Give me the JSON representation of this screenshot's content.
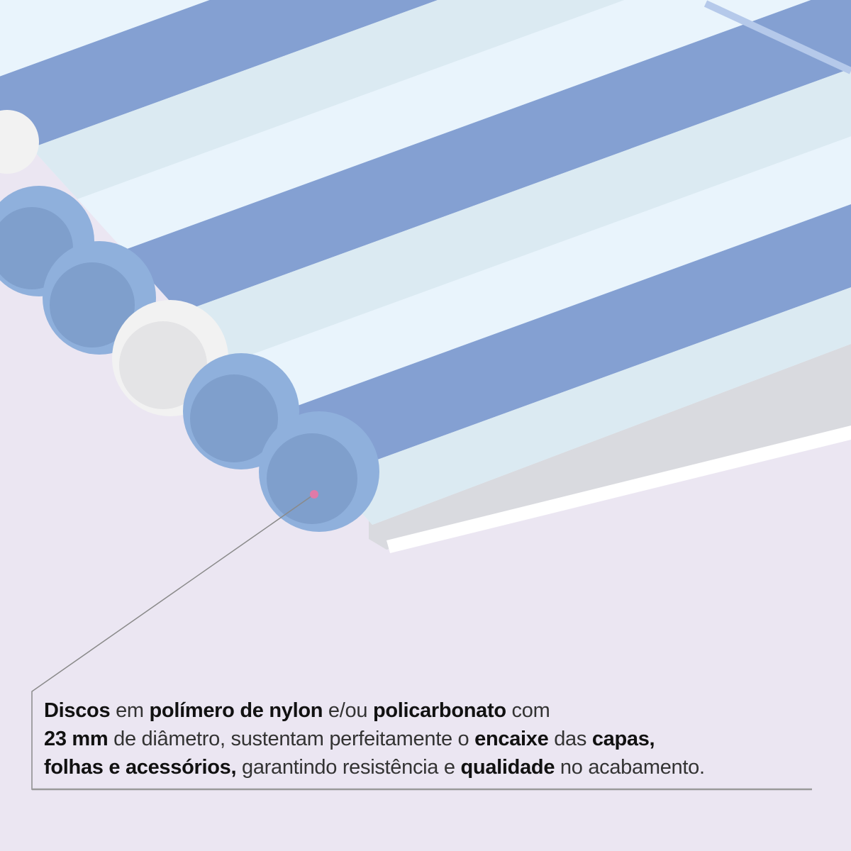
{
  "colors": {
    "background": "#ebe6f2",
    "stripe_dark": "#84a0d2",
    "stripe_light": "#dbeaf2",
    "stripe_lighter": "#e9f4fc",
    "disc_blue": "#8fb0dc",
    "disc_white": "#f2f2f2",
    "pointer_dot": "#e07aa8",
    "pointer_line": "#8a8a8a"
  },
  "caption": {
    "lines": [
      [
        {
          "text": "Discos",
          "bold": true
        },
        {
          "text": " em ",
          "bold": false
        },
        {
          "text": "polímero de nylon",
          "bold": true
        },
        {
          "text": " e/ou ",
          "bold": false
        },
        {
          "text": "policarbonato",
          "bold": true
        },
        {
          "text": " com",
          "bold": false
        }
      ],
      [
        {
          "text": "23 mm",
          "bold": true
        },
        {
          "text": " de diâmetro, sustentam perfeitamente o ",
          "bold": false
        },
        {
          "text": "encaixe",
          "bold": true
        },
        {
          "text": " das ",
          "bold": false
        },
        {
          "text": "capas,",
          "bold": true
        }
      ],
      [
        {
          "text": "folhas e acessórios,",
          "bold": true
        },
        {
          "text": " garantindo resistência e ",
          "bold": false
        },
        {
          "text": "qualidade",
          "bold": true
        },
        {
          "text": " no acabamento.",
          "bold": false
        }
      ]
    ]
  }
}
